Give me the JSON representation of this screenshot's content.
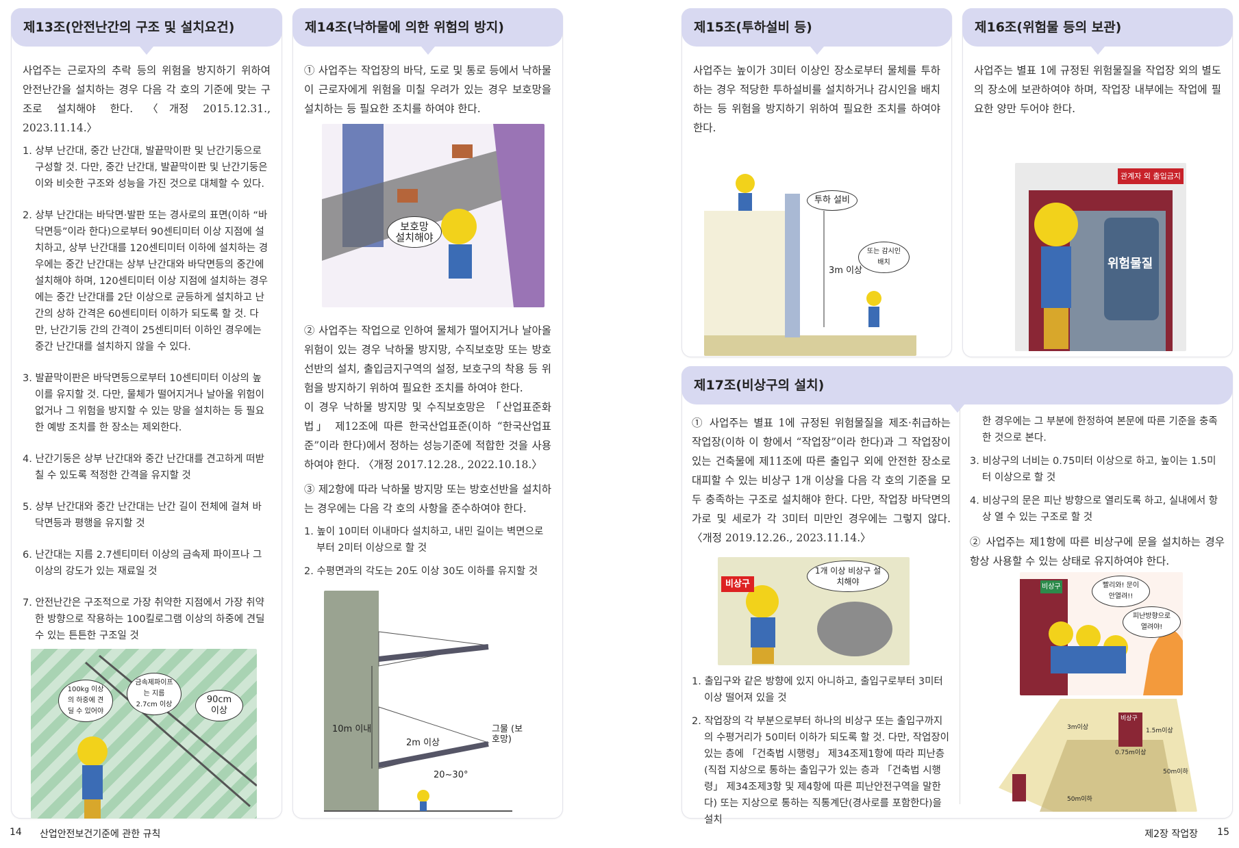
{
  "left_page": {
    "page_number": "14",
    "running_title": "산업안전보건기준에 관한 규칙",
    "art13": {
      "title": "제13조(안전난간의 구조 및 설치요건)",
      "intro": "사업주는 근로자의 추락 등의 위험을 방지하기 위하여 안전난간을 설치하는 경우 다음 각 호의 기준에 맞는 구조로 설치해야 한다. 〈개정 2015.12.31., 2023.11.14.〉",
      "items": [
        "1. 상부 난간대, 중간 난간대, 발끝막이판 및 난간기둥으로 구성할 것. 다만, 중간 난간대, 발끝막이판 및 난간기둥은 이와 비슷한 구조와 성능을 가진 것으로 대체할 수 있다.",
        "2. 상부 난간대는 바닥면·발판 또는 경사로의 표면(이하 “바닥면등”이라 한다)으로부터 90센티미터 이상 지점에 설치하고, 상부 난간대를 120센티미터 이하에 설치하는 경우에는 중간 난간대는 상부 난간대와 바닥면등의 중간에 설치해야 하며, 120센티미터 이상 지점에 설치하는 경우에는 중간 난간대를 2단 이상으로 균등하게 설치하고 난간의 상하 간격은 60센티미터 이하가 되도록 할 것. 다만, 난간기둥 간의 간격이 25센티미터 이하인 경우에는 중간 난간대를 설치하지 않을 수 있다.",
        "3. 발끝막이판은 바닥면등으로부터 10센티미터 이상의 높이를 유지할 것. 다만, 물체가 떨어지거나 날아올 위험이 없거나 그 위험을 방지할 수 있는 망을 설치하는 등 필요한 예방 조치를 한 장소는 제외한다.",
        "4. 난간기둥은 상부 난간대와 중간 난간대를 견고하게 떠받칠 수 있도록 적정한 간격을 유지할 것",
        "5. 상부 난간대와 중간 난간대는 난간 길이 전체에 걸쳐 바닥면등과 평행을 유지할 것",
        "6. 난간대는 지름 2.7센티미터 이상의 금속제 파이프나 그 이상의 강도가 있는 재료일 것",
        "7. 안전난간은 구조적으로 가장 취약한 지점에서 가장 취약한 방향으로 작용하는 100킬로그램 이상의 하중에 견딜 수 있는 튼튼한 구조일 것"
      ],
      "illustration": {
        "bubble1": "100kg 이상의 하중에 견딜 수 있어야",
        "bubble2": "금속제파이프는 지름 2.7cm 이상",
        "bubble3": "90cm 이상"
      }
    },
    "art14": {
      "title": "제14조(낙하물에 의한 위험의 방지)",
      "p1": "① 사업주는 작업장의 바닥, 도로 및 통로 등에서 낙하물이 근로자에게 위험을 미칠 우려가 있는 경우 보호망을 설치하는 등 필요한 조치를 하여야 한다.",
      "p2": "② 사업주는 작업으로 인하여 물체가 떨어지거나 날아올 위험이 있는 경우 낙하물 방지망, 수직보호망 또는 방호선반의 설치, 출입금지구역의 설정, 보호구의 착용 등 위험을 방지하기 위하여 필요한 조치를 하여야 한다.",
      "p3": "이 경우 낙하물 방지망 및 수직보호망은 「산업표준화법」 제12조에 따른 한국산업표준(이하 “한국산업표준”이라 한다)에서 정하는 성능기준에 적합한 것을 사용하여야 한다. 〈개정 2017.12.28., 2022.10.18.〉",
      "p4": "③ 제2항에 따라 낙하물 방지망 또는 방호선반을 설치하는 경우에는 다음 각 호의 사항을 준수하여야 한다.",
      "items": [
        "1. 높이 10미터 이내마다 설치하고, 내민 길이는 벽면으로부터 2미터 이상으로 할 것",
        "2. 수평면과의 각도는 20도 이상 30도 이하를 유지할 것"
      ],
      "illustration1": {
        "bubble": "보호망 설치해야"
      },
      "illustration2": {
        "height": "10m 이내",
        "length": "2m 이상",
        "angle": "20~30°",
        "net": "그물 (보호망)"
      }
    }
  },
  "right_page": {
    "page_number": "15",
    "running_title": "제2장 작업장",
    "art15": {
      "title": "제15조(투하설비 등)",
      "text": "사업주는 높이가 3미터 이상인 장소로부터 물체를 투하하는 경우 적당한 투하설비를 설치하거나 감시인을 배치하는 등 위험을 방지하기 위하여 필요한 조치를 하여야 한다.",
      "illustration": {
        "chute": "투하 설비",
        "height": "3m 이상",
        "watch": "또는 감시인 배치"
      }
    },
    "art16": {
      "title": "제16조(위험물 등의 보관)",
      "text": "사업주는 별표 1에 규정된 위험물질을 작업장 외의 별도의 장소에 보관하여야 하며, 작업장 내부에는 작업에 필요한 양만 두어야 한다.",
      "illustration": {
        "sign": "관계자 외 출입금지",
        "drum": "위험물질"
      }
    },
    "art17": {
      "title": "제17조(비상구의 설치)",
      "p1": "① 사업주는 별표 1에 규정된 위험물질을 제조·취급하는 작업장(이하 이 항에서 “작업장”이라 한다)과 그 작업장이 있는 건축물에 제11조에 따른 출입구 외에 안전한 장소로 대피할 수 있는 비상구 1개 이상을 다음 각 호의 기준을 모두 충족하는 구조로 설치해야 한다. 다만, 작업장 바닥면의 가로 및 세로가 각 3미터 미만인 경우에는 그렇지 않다. 〈개정 2019.12.26., 2023.11.14.〉",
      "items_left": [
        "1. 출입구와 같은 방향에 있지 아니하고, 출입구로부터 3미터 이상 떨어져 있을 것",
        "2. 작업장의 각 부분으로부터 하나의 비상구 또는 출입구까지의 수평거리가 50미터 이하가 되도록 할 것. 다만, 작업장이 있는 층에 「건축법 시행령」 제34조제1항에 따라 피난층(직접 지상으로 통하는 출입구가 있는 층과 「건축법 시행령」 제34조제3항 및 제4항에 따른 피난안전구역을 말한다) 또는 지상으로 통하는 직통계단(경사로를 포함한다)을 설치"
      ],
      "cont": "한 경우에는 그 부분에 한정하여 본문에 따른 기준을 충족한 것으로 본다.",
      "items_right": [
        "3. 비상구의 너비는 0.75미터 이상으로 하고, 높이는 1.5미터 이상으로 할 것",
        "4. 비상구의 문은 피난 방향으로 열리도록 하고, 실내에서 항상 열 수 있는 구조로 할 것"
      ],
      "p2": "② 사업주는 제1항에 따른 비상구에 문을 설치하는 경우 항상 사용할 수 있는 상태로 유지하여야 한다.",
      "illustration1": {
        "sign": "비상구",
        "bubble": "1개 이상 비상구 설치해야"
      },
      "illustration2": {
        "sign": "비상구",
        "bubble1": "빨리와! 문이 안열려!!",
        "bubble2": "피난방향으로 열려야!"
      },
      "illustration3": {
        "sign": "비상구",
        "d1": "3m이상",
        "d2": "1.5m이상",
        "d3": "0.75m이상",
        "d4": "50m이하",
        "d5": "50m이하"
      }
    }
  },
  "colors": {
    "header": "#d8d9f1",
    "border": "#e3e3ea"
  }
}
